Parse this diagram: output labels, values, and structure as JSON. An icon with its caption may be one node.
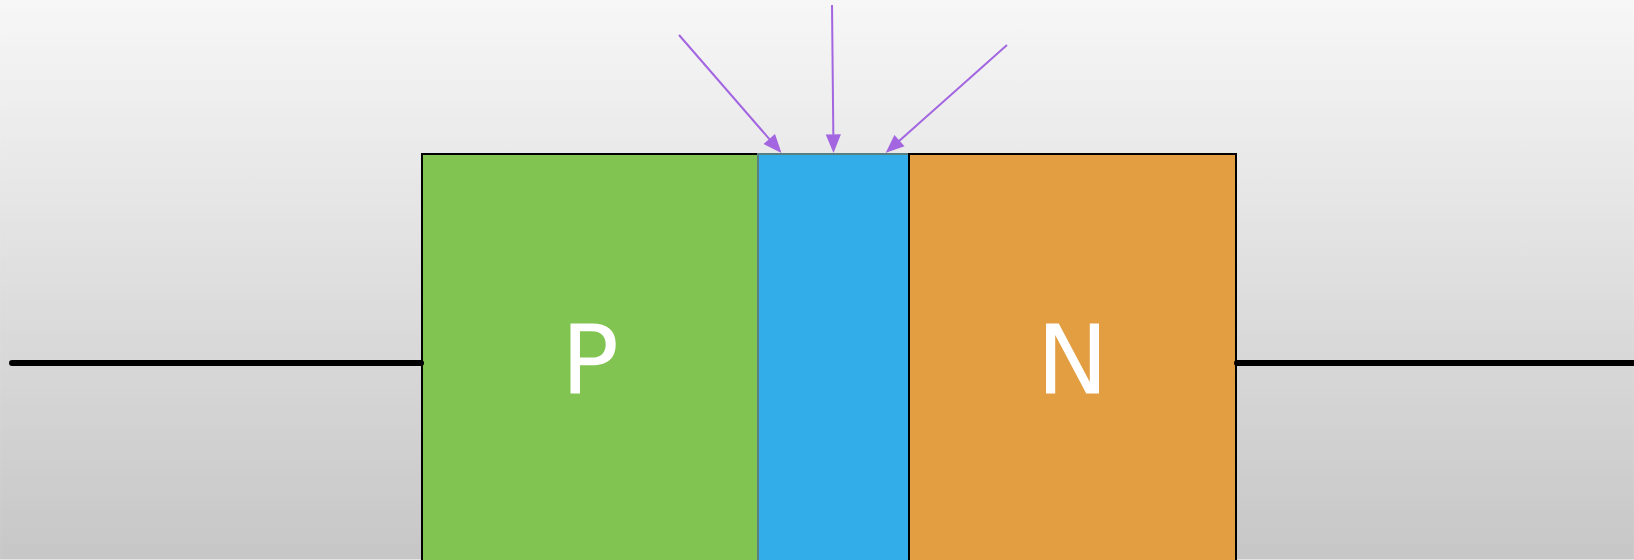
{
  "diagram": {
    "nodes": [
      {
        "text": [
          "P"
        ]
      },
      {
        "text": [],
        "shape": "box"
      },
      {
        "text": [
          "N"
        ]
      }
    ],
    "edges": [
      {
        "from": null,
        "to": 0,
        "arrow": "none",
        "style": "thick",
        "color": "#000000"
      },
      {
        "from": 2,
        "to": null,
        "arrow": "none",
        "style": "thick",
        "color": "#000000"
      },
      {
        "from": null,
        "to": 1,
        "arrow": "to"
      },
      {
        "from": null,
        "to": 1,
        "arrow": "to"
      },
      {
        "from": null,
        "to": 1,
        "arrow": "to"
      }
    ]
  }
}
